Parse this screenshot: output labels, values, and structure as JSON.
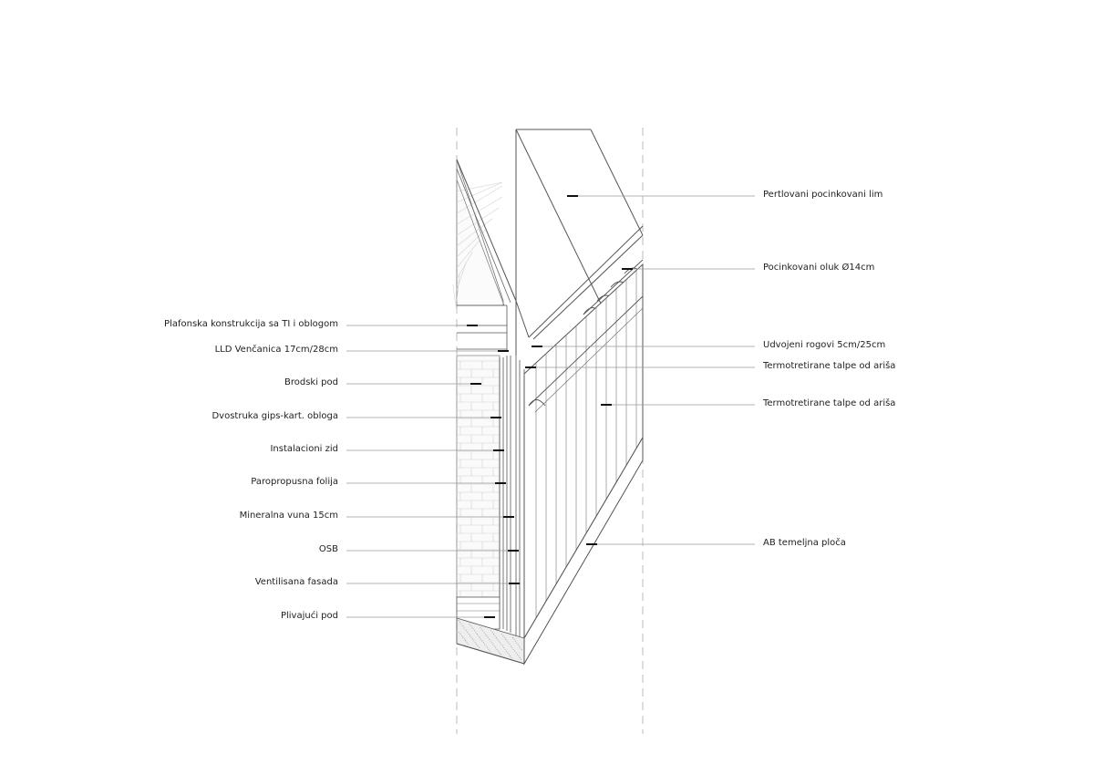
{
  "diagram": {
    "labels_left": [
      {
        "id": "plafonska",
        "text": "Plafonska konstrukcija sa TI i oblogom"
      },
      {
        "id": "venčanica",
        "text": "LLD Venčanica 17cm/28cm"
      },
      {
        "id": "brodski",
        "text": "Brodski pod"
      },
      {
        "id": "gips",
        "text": "Dvostruka gips-kart. obloga"
      },
      {
        "id": "instalacioni",
        "text": "Instalacioni zid"
      },
      {
        "id": "folija",
        "text": "Paropropusna folija"
      },
      {
        "id": "vuna",
        "text": "Mineralna vuna 15cm"
      },
      {
        "id": "osb",
        "text": "OSB"
      },
      {
        "id": "fasada",
        "text": "Ventilisana fasada"
      },
      {
        "id": "plivajuci",
        "text": "Plivajući pod"
      }
    ],
    "labels_right": [
      {
        "id": "lim",
        "text": "Pertlovani pocinkovani lim"
      },
      {
        "id": "oluk",
        "text": "Pocinkovani oluk Ø14cm"
      },
      {
        "id": "rogovi",
        "text": "Udvojeni rogovi 5cm/25cm"
      },
      {
        "id": "talpe1",
        "text": "Termotretirane talpe od ariša"
      },
      {
        "id": "talpe2",
        "text": "Termotretirane talpe od ariša"
      },
      {
        "id": "temeljna",
        "text": "AB temeljna ploča"
      }
    ],
    "colors": {
      "line": "#555555",
      "leader": "#9a9a9a",
      "marker": "#111111",
      "text": "#222222"
    }
  }
}
